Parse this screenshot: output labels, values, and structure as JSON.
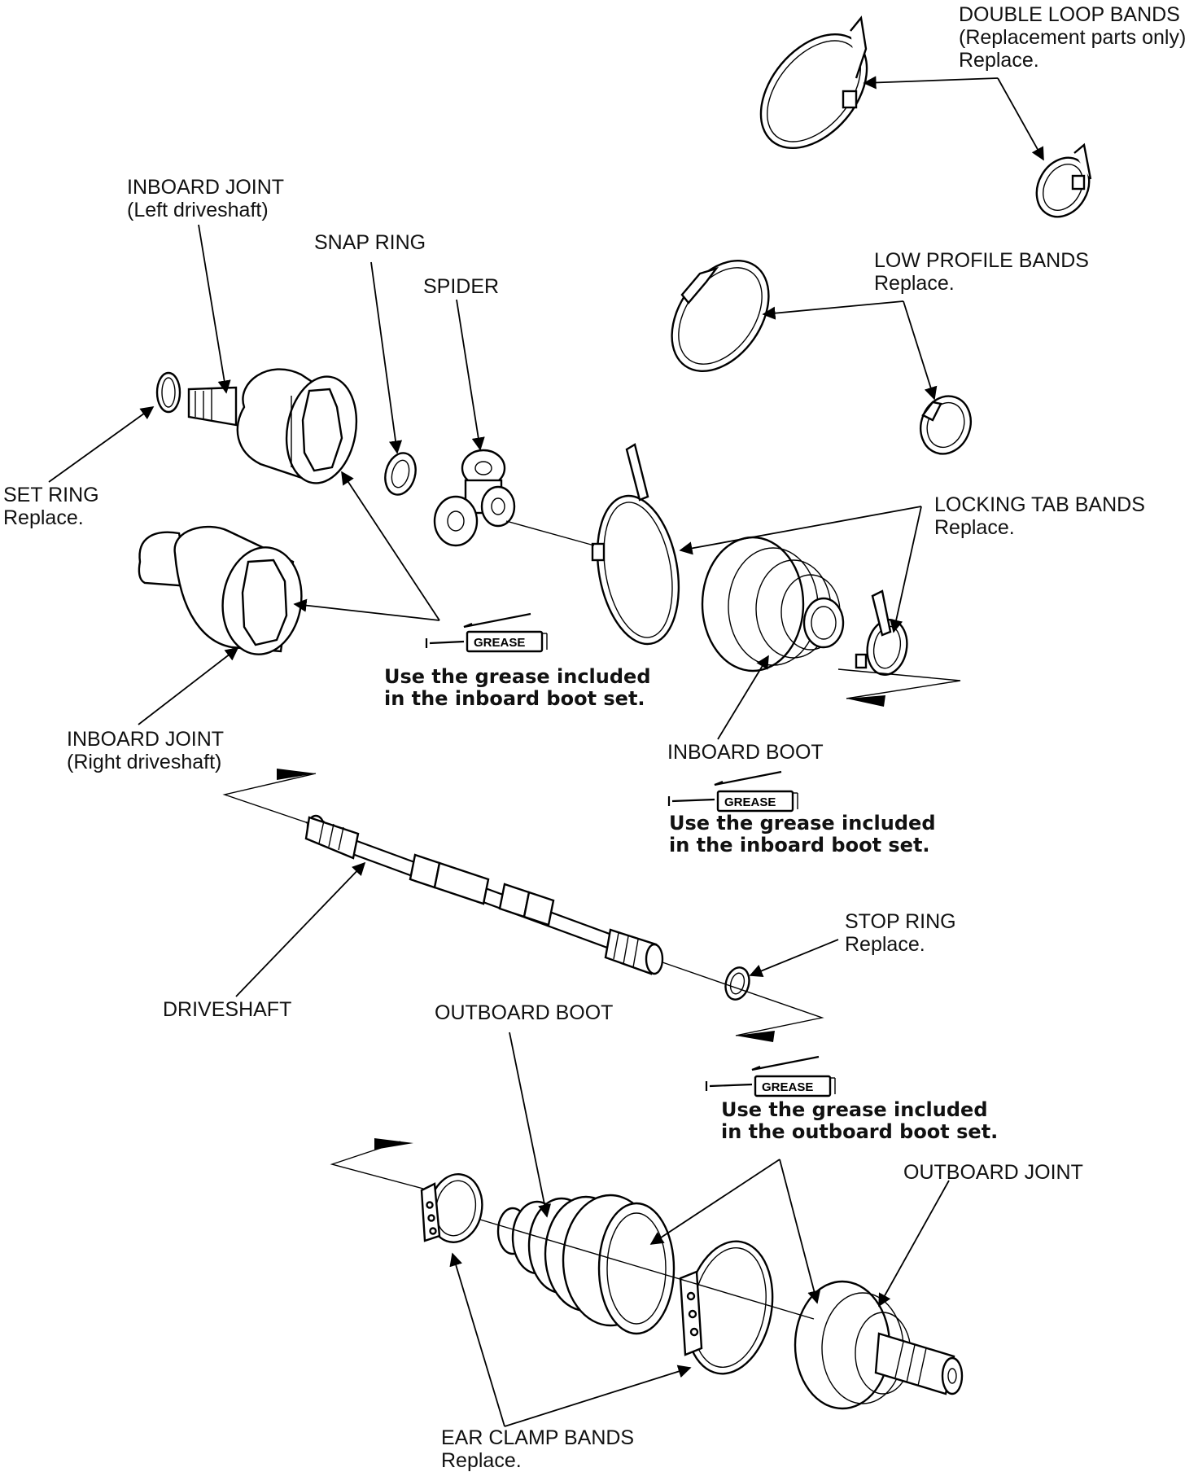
{
  "labels": {
    "double_loop_bands": [
      "DOUBLE LOOP BANDS",
      "(Replacement parts only)",
      "Replace."
    ],
    "inboard_joint_left": [
      "INBOARD JOINT",
      "(Left driveshaft)"
    ],
    "snap_ring": "SNAP RING",
    "spider": "SPIDER",
    "low_profile_bands": [
      "LOW PROFILE BANDS",
      "Replace."
    ],
    "set_ring": [
      "SET RING",
      "Replace."
    ],
    "locking_tab_bands": [
      "LOCKING TAB BANDS",
      "Replace."
    ],
    "inboard_joint_right": [
      "INBOARD JOINT",
      "(Right driveshaft)"
    ],
    "inboard_boot": "INBOARD BOOT",
    "stop_ring": [
      "STOP RING",
      "Replace."
    ],
    "driveshaft": "DRIVESHAFT",
    "outboard_boot": "OUTBOARD BOOT",
    "outboard_joint": "OUTBOARD JOINT",
    "ear_clamp_bands": [
      "EAR CLAMP BANDS",
      "Replace."
    ]
  },
  "grease": {
    "icon_text": "GREASE",
    "note_inboard_joint": [
      "Use the grease included",
      "in the inboard boot set."
    ],
    "note_inboard_boot": [
      "Use the grease included",
      "in the inboard boot set."
    ],
    "note_outboard": [
      "Use the grease included",
      "in the outboard boot set."
    ]
  }
}
